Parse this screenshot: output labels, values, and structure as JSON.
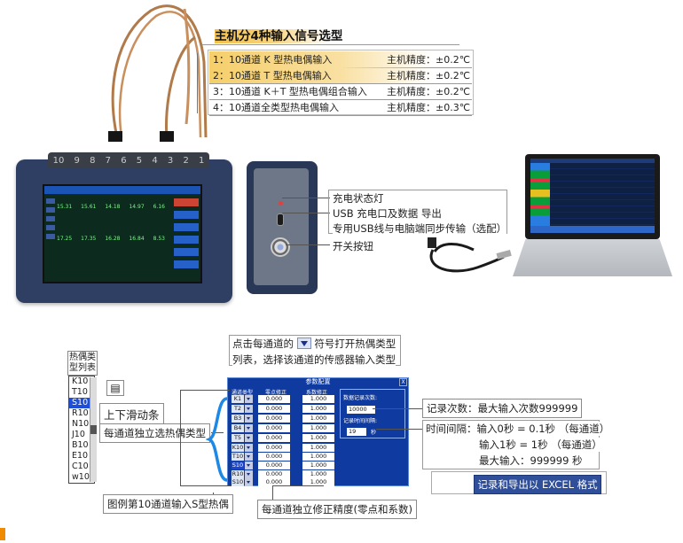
{
  "top": {
    "title": "主机分4种输入信号选型",
    "rows": [
      {
        "label": "1：10通道 K 型热电偶输入",
        "accuracy": "主机精度：±0.2℃"
      },
      {
        "label": "2：10通道 T 型热电偶输入",
        "accuracy": "主机精度：±0.2℃"
      },
      {
        "label": "3：10通道 K＋T 型热电偶组合输入",
        "accuracy": "主机精度：±0.2℃"
      },
      {
        "label": "4：10通道全类型热电偶输入",
        "accuracy": "主机精度：±0.3℃"
      }
    ],
    "channel_labels": [
      "10",
      "9",
      "8",
      "7",
      "6",
      "5",
      "4",
      "3",
      "2",
      "1"
    ]
  },
  "device": {
    "screen_values_row1": [
      "15.31",
      "15.61",
      "14.18",
      "14.97",
      "6.16"
    ],
    "screen_values_row2": [
      "17.25",
      "17.35",
      "16.28",
      "16.84",
      "8.53"
    ]
  },
  "panel_callouts": {
    "charge": "充电状态灯",
    "usb1": "USB 充电口及数据 导出",
    "usb2": "专用USB线与电脑端同步传输（选配）",
    "power": "开关按钮"
  },
  "bottom": {
    "type_list_label": "热偶类型列表",
    "type_list": [
      "K10",
      "T10",
      "S10",
      "R10",
      "N10",
      "J10",
      "B10",
      "E10",
      "C10",
      "w10"
    ],
    "type_list_selected": 2,
    "click_tip_part1": "点击每通道的",
    "click_tip_part2": "符号打开热偶类型",
    "click_tip_line2": "列表，选择该通道的传感器输入类型",
    "scroll_label": "上下滑动条",
    "per_channel_type": "每通道独立选热偶类型",
    "legend_s": "图例第10通道输入S型热偶",
    "per_channel_fix": "每通道独立修正精度(零点和系数)",
    "record_count": "记录次数：最大输入次数999999",
    "interval_line1": "时间间隔：输入0秒 = 0.1秒 （每通道）",
    "interval_line2": "输入1秒 = 1秒 （每通道）",
    "interval_line3": "最大输入：999999 秒",
    "export_btn": "记录和导出以 EXCEL 格式"
  },
  "dialog": {
    "title": "参数配置",
    "close": "X",
    "col_type": "通道类型",
    "col_zero": "零点修正",
    "col_coef": "系数修正",
    "rows": [
      {
        "ch": "K1",
        "zero": "0.000",
        "coef": "1.000"
      },
      {
        "ch": "T2",
        "zero": "0.000",
        "coef": "1.000"
      },
      {
        "ch": "B3",
        "zero": "0.000",
        "coef": "1.000"
      },
      {
        "ch": "B4",
        "zero": "0.000",
        "coef": "1.000"
      },
      {
        "ch": "T5",
        "zero": "0.000",
        "coef": "1.000"
      },
      {
        "ch": "K10",
        "zero": "0.000",
        "coef": "1.000"
      },
      {
        "ch": "T10",
        "zero": "0.000",
        "coef": "1.000"
      },
      {
        "ch": "S10",
        "zero": "0.000",
        "coef": "1.000"
      },
      {
        "ch": "R10",
        "zero": "0.000",
        "coef": "1.000"
      },
      {
        "ch": "S10",
        "zero": "0.000",
        "coef": "1.000"
      }
    ],
    "record_label": "数据记录次数:",
    "record_value": "10000",
    "interval_label": "记录时间间隔:",
    "interval_value": "19",
    "interval_unit": "秒"
  }
}
